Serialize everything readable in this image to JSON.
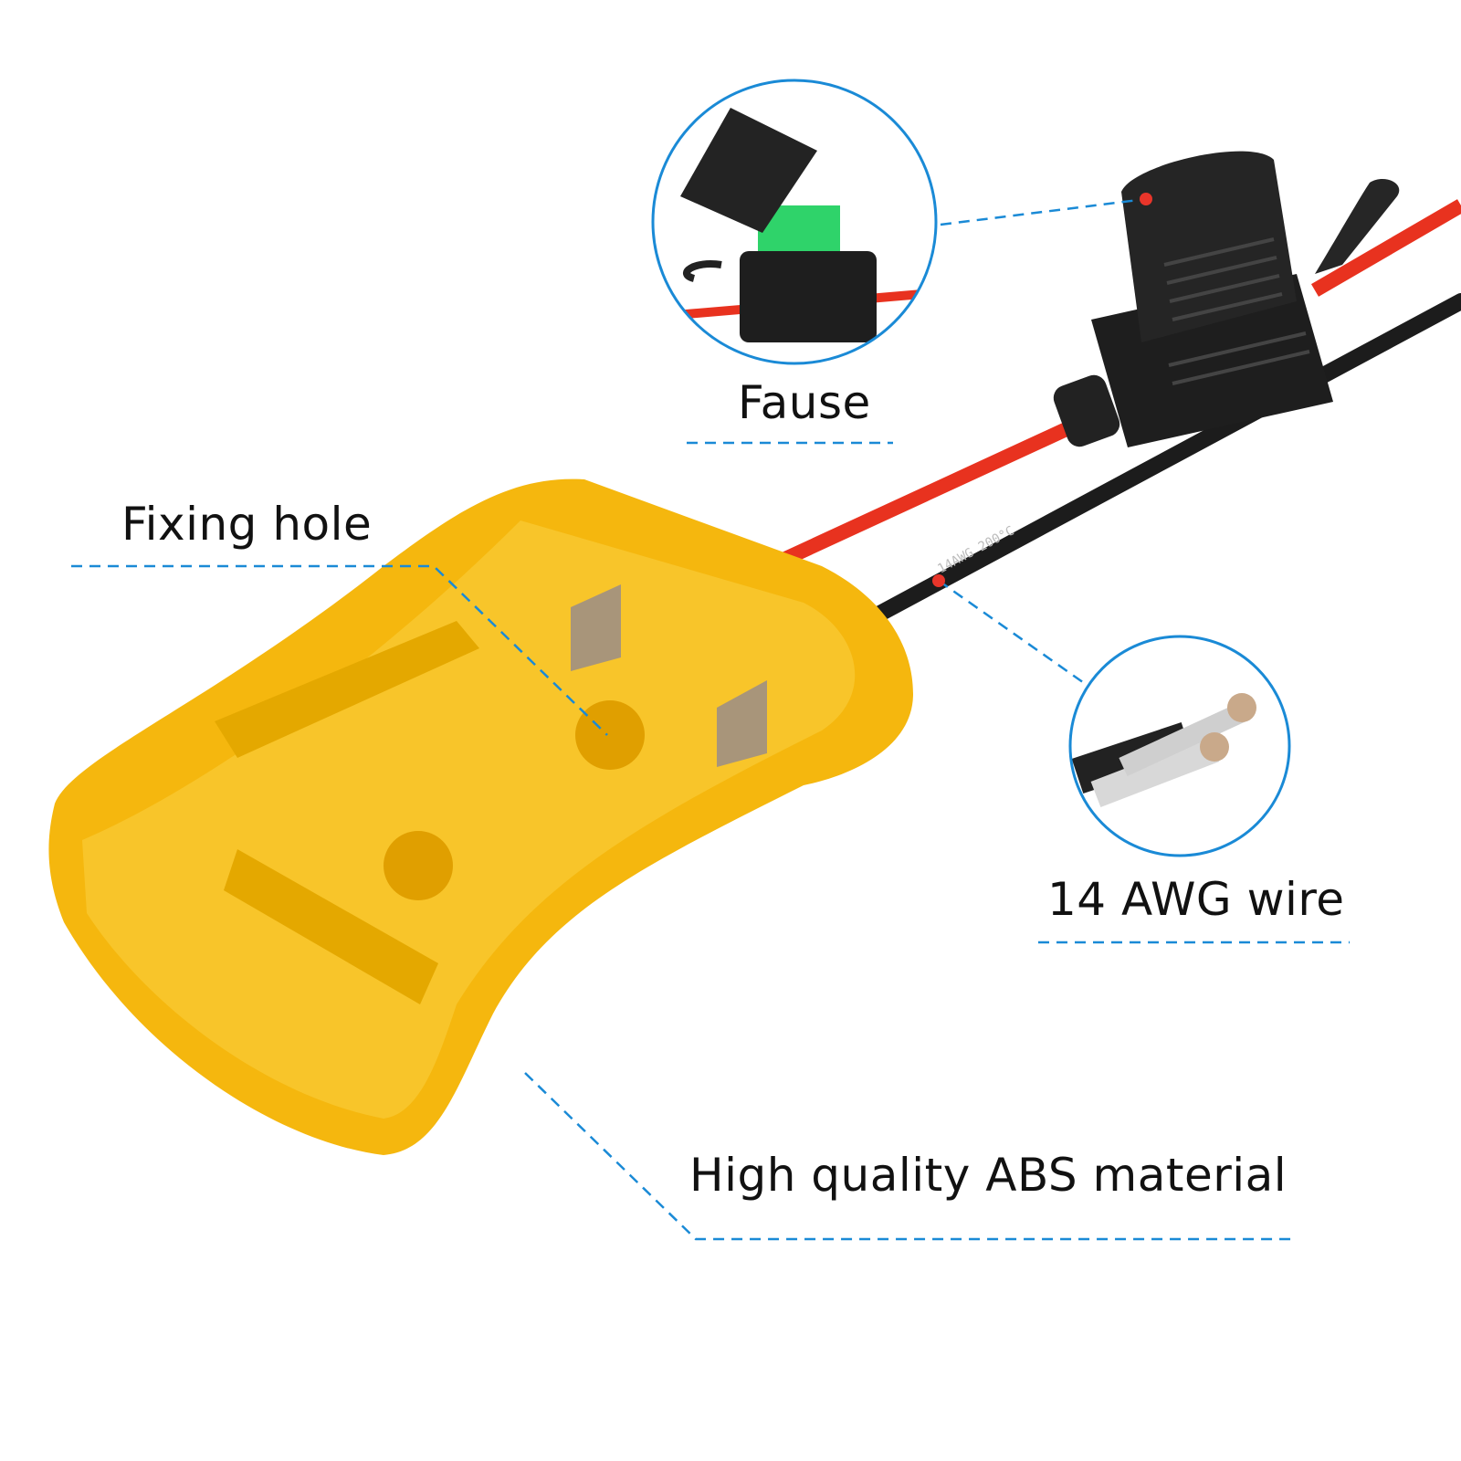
{
  "callouts": {
    "fuse": {
      "label": "Fause"
    },
    "fixing_hole": {
      "label": "Fixing hole"
    },
    "wire": {
      "label": "14 AWG wire"
    },
    "material": {
      "label": "High quality ABS material"
    }
  },
  "wire_print": "14AWG 200°C",
  "colors": {
    "callout_line": "#1a8ad6",
    "marker_dot": "#e8352a",
    "adapter_body": "#f5b70e",
    "red_wire": "#e8321f",
    "black_wire": "#1c1c1c",
    "fuse_holder": "#1e1e1e",
    "fuse_blade": "#2fd36a"
  }
}
